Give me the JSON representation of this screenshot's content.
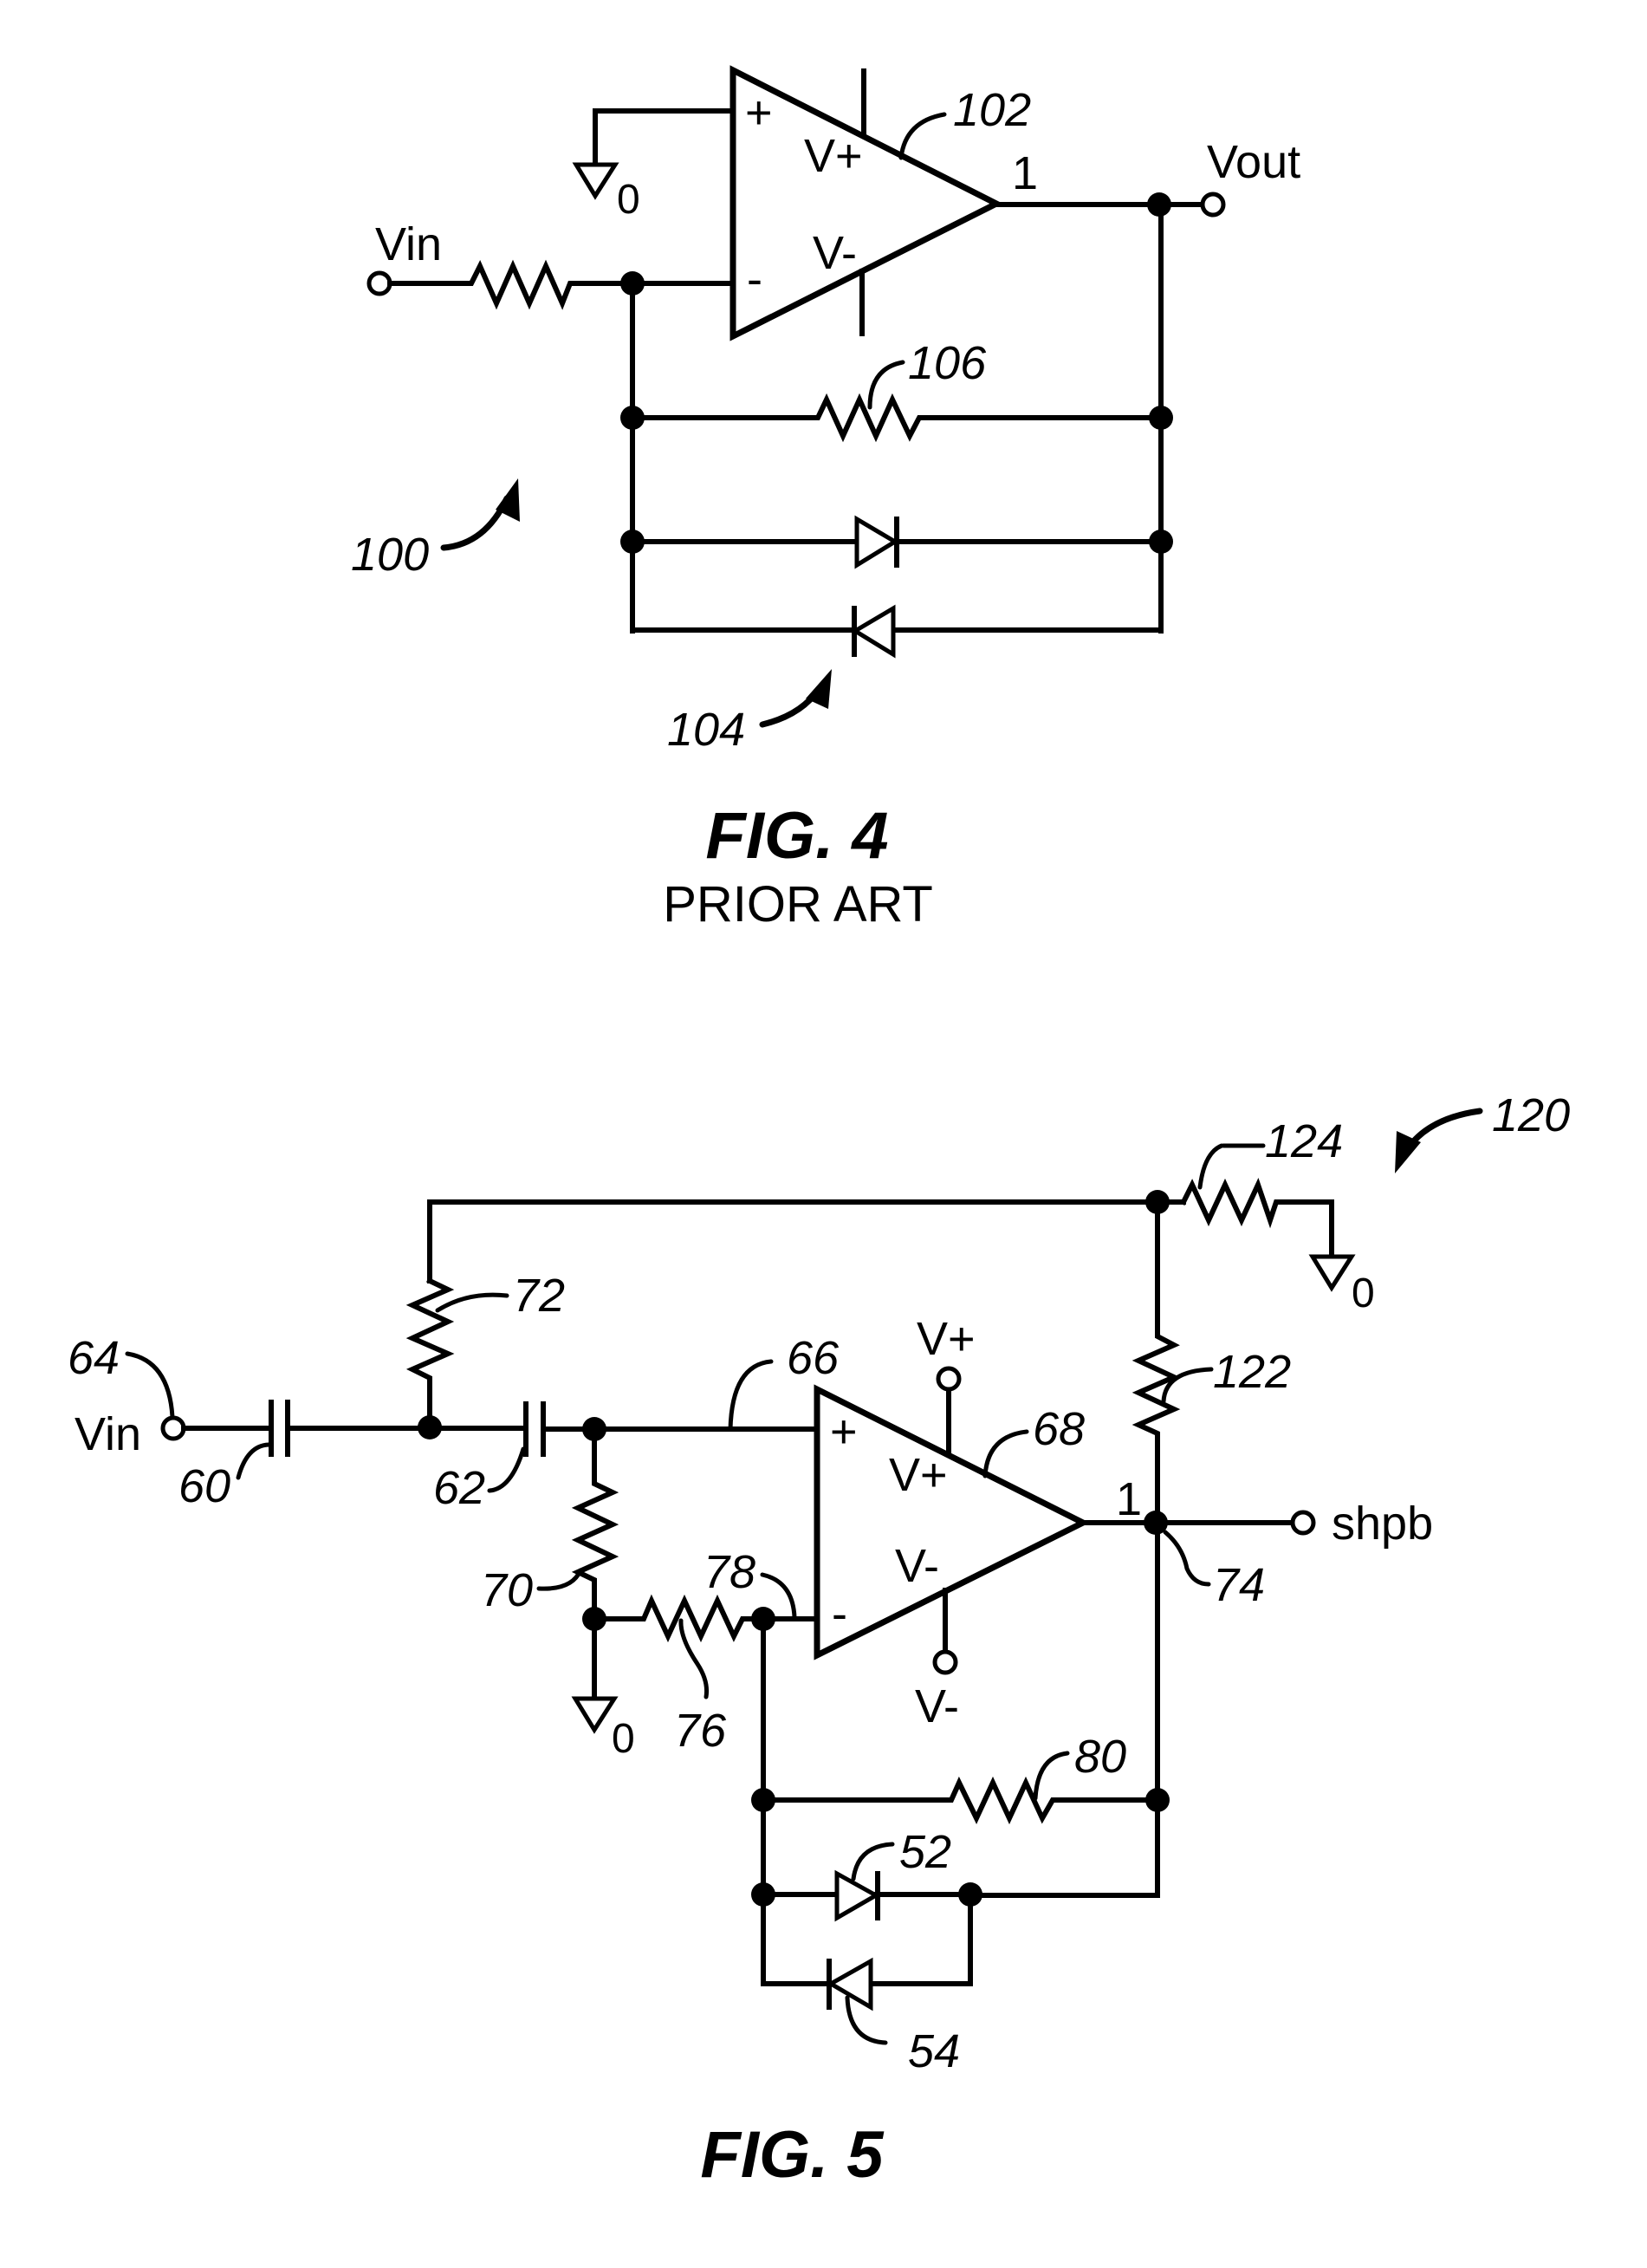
{
  "document": {
    "type": "patent drawing sheet",
    "colors": {
      "ink": "#000000",
      "background": "#ffffff"
    }
  },
  "fig4": {
    "caption": "FIG. 4",
    "subcaption": "PRIOR ART",
    "terminals": {
      "input": "Vin",
      "output": "Vout"
    },
    "opamp": {
      "plus_input": "+",
      "minus_input": "-",
      "supply_pos": "V+",
      "supply_neg": "V-",
      "pin": "1"
    },
    "ground_label": "0",
    "refs": {
      "circuit": "100",
      "opamp": "102",
      "diodes": "104",
      "feedback_resistor": "106"
    }
  },
  "fig5": {
    "caption": "FIG. 5",
    "terminals": {
      "input": "Vin",
      "output": "shpb",
      "supply_pos": "V+",
      "supply_neg": "V-"
    },
    "opamp": {
      "plus_input": "+",
      "minus_input": "-",
      "supply_pos": "V+",
      "supply_neg": "V-",
      "pin": "1"
    },
    "ground_label": "0",
    "refs": {
      "circuit": "120",
      "resistor_124": "124",
      "resistor_122": "122",
      "resistor_72": "72",
      "resistor_70": "70",
      "resistor_76": "76",
      "resistor_80": "80",
      "capacitor_60": "60",
      "capacitor_62": "62",
      "input_node": "64",
      "plus_node": "66",
      "opamp": "68",
      "output_node": "74",
      "minus_node": "78",
      "diode_52": "52",
      "diode_54": "54"
    }
  }
}
